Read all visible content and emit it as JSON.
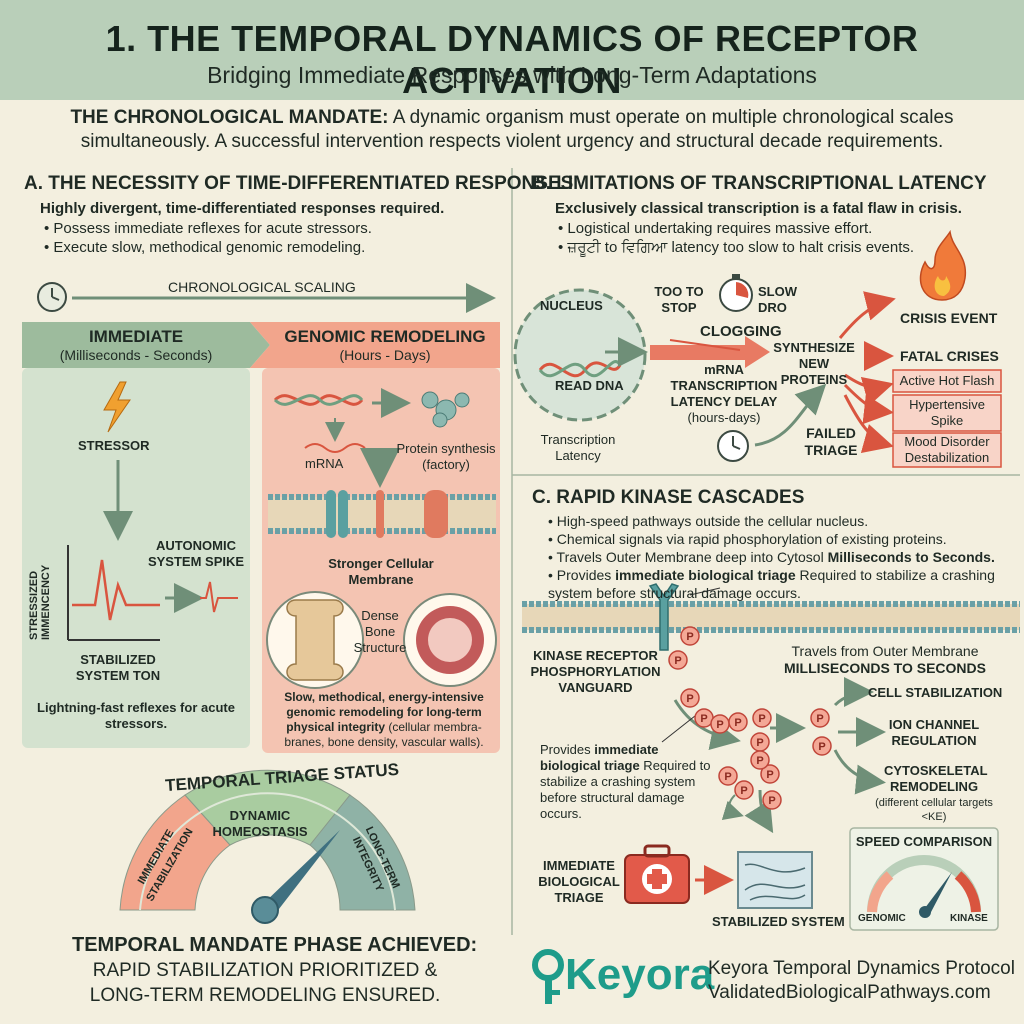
{
  "header": {
    "title": "1. THE TEMPORAL DYNAMICS OF RECEPTOR ACTIVATION",
    "subtitle": "Bridging Immediate Responses with Long-Term Adaptations"
  },
  "mandate": {
    "lead": "THE CHRONOLOGICAL MANDATE:",
    "text": " A dynamic organism must operate on multiple chronological scales simultaneously. A successful intervention respects violent urgency and structural decade requirements."
  },
  "section_a": {
    "title": "A. THE NECESSITY OF TIME-DIFFERENTIATED RESPONSES",
    "subtitle": "Highly divergent, time-differentiated responses required.",
    "bullets": [
      "Possess immediate reflexes for acute stressors.",
      "Execute slow, methodical genomic remodeling."
    ],
    "scaling_label": "CHRONOLOGICAL SCALING",
    "immediate": {
      "title": "IMMEDIATE",
      "range": "(Milliseconds - Seconds)",
      "stressor": "STRESSOR",
      "spike": "AUTONOMIC SYSTEM SPIKE",
      "y_axis": "STRESSIZED IMMENCENCY",
      "baseline": "STABILIZED SYSTEM TON",
      "caption": "Lightning-fast reflexes for acute stressors."
    },
    "genomic": {
      "title": "GENOMIC REMODELING",
      "range": "(Hours - Days)",
      "mrna": "mRNA",
      "protein": "Protein synthesis (factory)",
      "membrane": "Stronger Cellular Membrane",
      "bone": "Dense Bone Structure",
      "caption_bold": "Slow, methodical, energy-intensive genomic remodeling for long-term physical integrity",
      "caption_rest": " (cellular membra-branes, bone density, vascular walls)."
    }
  },
  "gauge": {
    "title": "TEMPORAL TRIAGE STATUS",
    "left": "IMMEDIATE STABILIZATION",
    "middle": "DYNAMIC HOMEOSTASIS",
    "right": "LONG-TERM INTEGRITY",
    "result_title": "TEMPORAL MANDATE PHASE ACHIEVED:",
    "result_line1": "RAPID STABILIZATION PRIORITIZED &",
    "result_line2": "LONG-TERM REMODELING ENSURED."
  },
  "section_b": {
    "title": "B. LIMITATIONS OF TRANSCRIPTIONAL LATENCY",
    "subtitle": "Exclusively classical transcription is a fatal flaw in crisis.",
    "bullets": [
      "Logistical undertaking requires massive effort.",
      "ਜ਼ਰੂਟੀ to ਵਿਗਿਆ latency too slow to halt crisis events."
    ],
    "nucleus": "NUCLEUS",
    "read_dna": "READ DNA",
    "too_slow_left": "TOO TO STOP",
    "too_slow_right": "SLOW DRO",
    "clogging": "CLOGGING",
    "synthesize": "SYNTHESIZE NEW PROTEINS",
    "mrna_delay": "mRNA TRANSCRIPTION LATENCY DELAY",
    "hours_days": "(hours-days)",
    "transcription_latency": "Transcription Latency",
    "failed_triage": "FAILED TRIAGE",
    "crisis_event": "CRISIS EVENT",
    "fatal_crises": "FATAL CRISES",
    "crises": [
      "Active Hot Flash",
      "Hypertensive Spike",
      "Mood Disorder Destabilization"
    ]
  },
  "section_c": {
    "title": "C. RAPID KINASE CASCADES",
    "bullets": [
      "High-speed pathways outside the cellular nucleus.",
      "Chemical signals via rapid phosphorylation of existing proteins."
    ],
    "bullet3_pre": "Travels Outer Membrane deep into Cytosol ",
    "bullet3_bold": "Milliseconds to Seconds.",
    "bullet4_pre": "Provides ",
    "bullet4_bold": "immediate biological triage",
    "bullet4_post": " Required to stabilize a crashing system before structural damage occurs.",
    "receptor_label": "KINASE RECEPTOR PHOSPHORYLATION VANGUARD",
    "travels": "Travels from Outer Membrane",
    "ms_to_s": "MILLISECONDS TO SECONDS",
    "triage_pre": "Provides ",
    "triage_bold": "immediate biological triage",
    "triage_post": " Required to stabilize a crashing system before structural damage occurs.",
    "targets": [
      "CELL STABILIZATION",
      "ION CHANNEL REGULATION",
      "CYTOSKELETAL REMODELING"
    ],
    "targets_note": "(different cellular targets <KE)",
    "p_label": "P",
    "triage_label": "IMMEDIATE BIOLOGICAL TRIAGE",
    "stabilized": "STABILIZED SYSTEM",
    "speed_title": "SPEED COMPARISON",
    "speed_left": "GENOMIC",
    "speed_right": "KINASE"
  },
  "footer": {
    "brand": "Keyora",
    "protocol": "Keyora Temporal Dynamics Protocol",
    "url": "ValidatedBiologicalPathways.com"
  },
  "colors": {
    "header_bg": "#b9cfb9",
    "page_bg": "#f3efdf",
    "green_panel": "#d4e2cf",
    "salmon_panel": "#f4c4b2",
    "accent_red": "#d9553f",
    "teal_brand": "#1e9c8a"
  }
}
